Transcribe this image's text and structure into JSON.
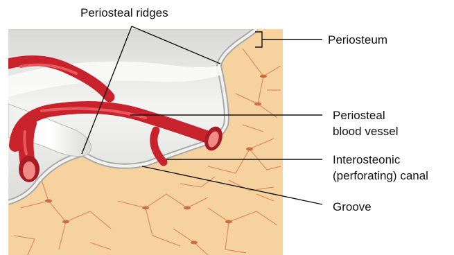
{
  "labels": {
    "periosteal_ridges": "Periosteal ridges",
    "periosteum": "Periosteum",
    "periosteal_blood_vessel_line1": "Periosteal",
    "periosteal_blood_vessel_line2": "blood vessel",
    "interosteonic_canal_line1": "Interosteonic",
    "interosteonic_canal_line2": "(perforating) canal",
    "groove": "Groove"
  },
  "colors": {
    "bone_tissue": "#f5d29e",
    "canaliculi": "#d9885a",
    "periosteum_surface": "#e6e6e6",
    "periosteum_edge": "#9a9a9a",
    "blood_vessel": "#c8222c",
    "blood_vessel_highlight": "#e9585c",
    "leader_line": "#111111"
  }
}
